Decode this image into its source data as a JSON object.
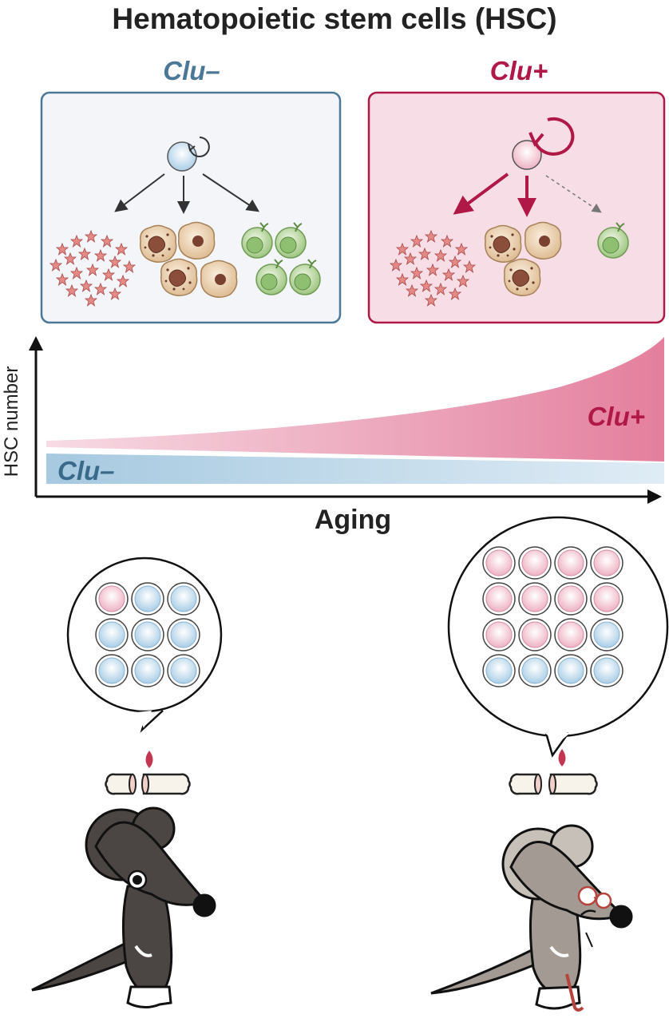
{
  "title": "Hematopoietic stem cells (HSC)",
  "panels": {
    "neg": {
      "label": "Clu–",
      "color": "#4a7896"
    },
    "pos": {
      "label": "Clu+",
      "color": "#b01848"
    }
  },
  "chart": {
    "y_axis_label": "HSC number",
    "x_axis_label": "Aging",
    "band_labels": {
      "pos": "Clu+",
      "neg": "Clu–"
    }
  },
  "bubbles": {
    "young": {
      "rows": [
        [
          "pink",
          "blue",
          "blue"
        ],
        [
          "blue",
          "blue",
          "blue"
        ],
        [
          "blue",
          "blue",
          "blue"
        ]
      ]
    },
    "old": {
      "rows": [
        [
          "pink",
          "pink",
          "pink",
          "pink"
        ],
        [
          "pink",
          "pink",
          "pink",
          "pink"
        ],
        [
          "pink",
          "pink",
          "pink",
          "blue"
        ],
        [
          "blue",
          "blue",
          "blue",
          "blue"
        ]
      ]
    }
  },
  "colors": {
    "pink_cell": "#f2c6d2",
    "blue_cell": "#c6dff0",
    "pos_band": "#e07f9c",
    "neg_band": "#a9cbe1",
    "young_mouse": "#4b4644",
    "old_mouse": "#a29a93"
  }
}
